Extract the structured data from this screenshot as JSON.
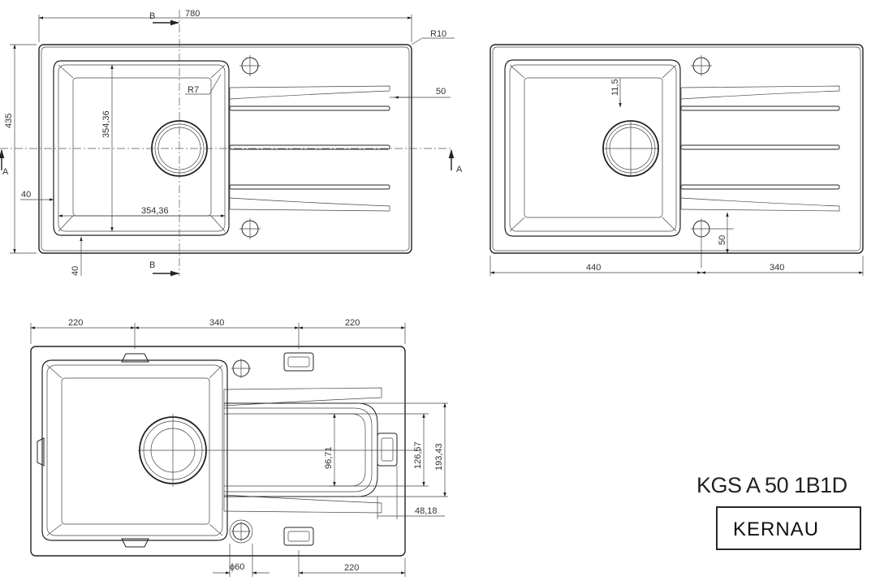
{
  "model": "KGS A 50 1B1D",
  "brand": "KERNAU",
  "view_top": {
    "width": "780",
    "height": "435",
    "corner_radius": "R10",
    "bowl_radius": "R7",
    "bowl_inner_height": "354,36",
    "bowl_inner_width": "354,36",
    "drain_offset": "50",
    "edge_left": "40",
    "edge_bottom": "40",
    "section_a": "A",
    "section_b": "B"
  },
  "view_right": {
    "hole_offset": "11,5",
    "hole_to_edge": "50",
    "dim_left": "440",
    "dim_right": "340"
  },
  "view_bottom": {
    "dim_top_left": "220",
    "dim_top_mid": "340",
    "dim_top_right": "220",
    "dim_bottom_right": "220",
    "hole_diameter": "ϕ60",
    "dim_96": "96,71",
    "dim_126": "126,57",
    "dim_193": "193,43",
    "dim_48": "48,18"
  }
}
